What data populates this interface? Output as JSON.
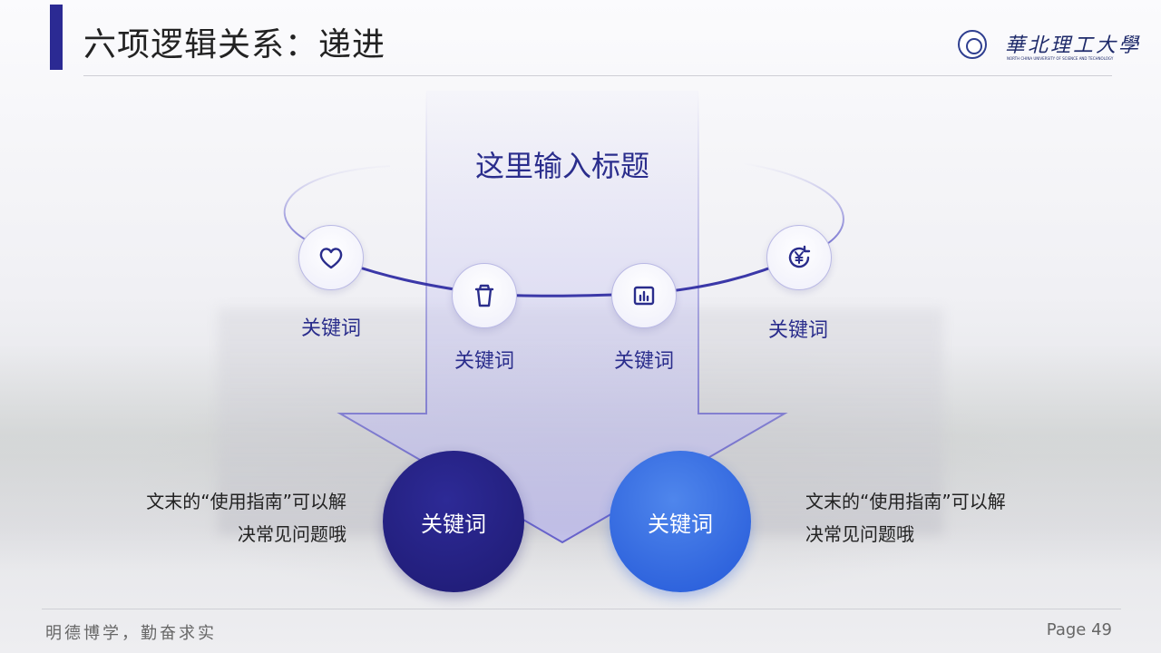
{
  "header": {
    "title": "六项逻辑关系：递进",
    "logo_text": "華北理工大學",
    "logo_subtitle": "NORTH CHINA UNIVERSITY OF SCIENCE AND TECHNOLOGY"
  },
  "main": {
    "hero_title": "这里输入标题",
    "nodes": [
      {
        "icon": "heart-icon",
        "label": "关键词"
      },
      {
        "icon": "cup-icon",
        "label": "关键词"
      },
      {
        "icon": "chart-icon",
        "label": "关键词"
      },
      {
        "icon": "yen-refresh-icon",
        "label": "关键词"
      }
    ],
    "big_left": {
      "label": "关键词",
      "desc": "文末的“使用指南”可以解决常见问题哦"
    },
    "big_right": {
      "label": "关键词",
      "desc": "文末的“使用指南”可以解决常见问题哦"
    }
  },
  "footer": {
    "motto": "明德博学，勤奋求实",
    "page": "Page 49"
  },
  "colors": {
    "accent_dark": "#2b2a93",
    "accent_blue": "#2458d8",
    "text_primary": "#2a2d8c"
  }
}
